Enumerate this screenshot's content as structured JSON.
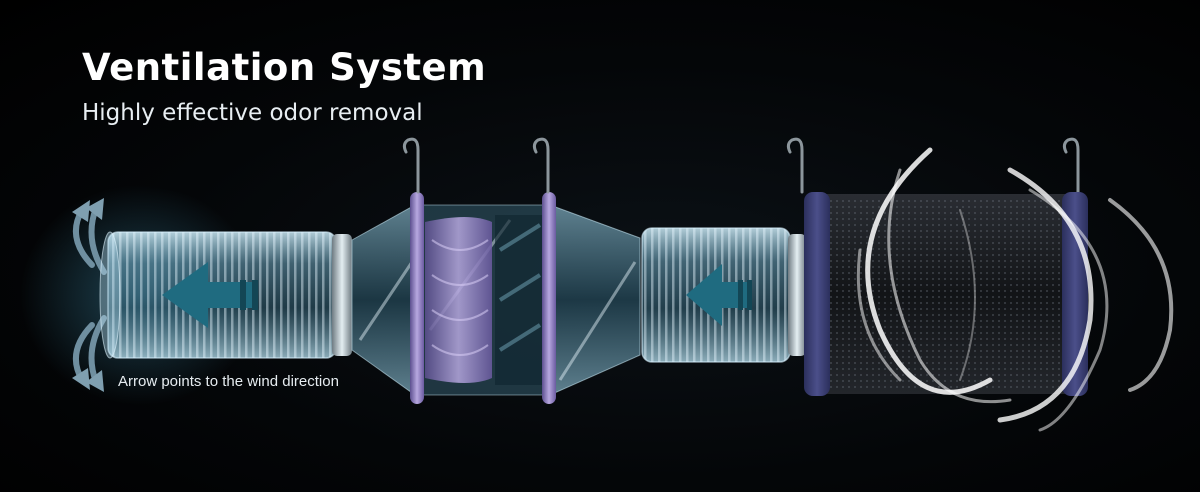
{
  "header": {
    "title": "Ventilation System",
    "subtitle": "Highly effective odor removal"
  },
  "annotation": {
    "caption": "Arrow points to the wind direction"
  },
  "colors": {
    "background": "#000000",
    "duct": "#9fd3ea",
    "arrow": "#1f6b80",
    "fan_purple": "#8a78b8",
    "filter_band": "#3a3f73"
  }
}
